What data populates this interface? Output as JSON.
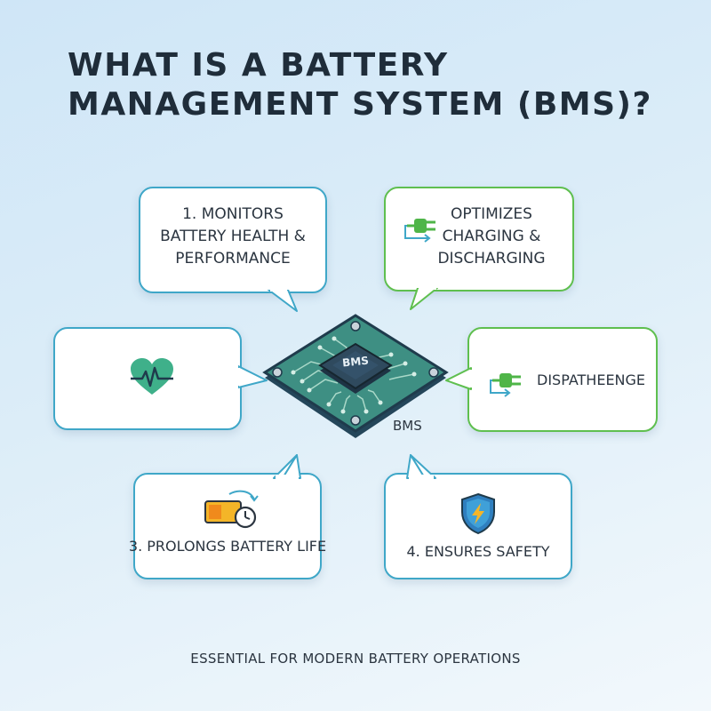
{
  "title": {
    "line1": "WHAT IS A BATTERY",
    "line2": "MANAGEMENT SYSTEM (BMS)?"
  },
  "bubbles": {
    "monitors": {
      "line1": "1. MONITORS",
      "line2": "BATTERY HEALTH &",
      "line3": "PERFORMANCE"
    },
    "optimizes": {
      "line1": "OPTIMIZES",
      "line2": "CHARGING &",
      "line3": "DISCHARGING",
      "icon": "plug-arrow-icon"
    },
    "health": {
      "icon": "heart-pulse-icon"
    },
    "dispatch": {
      "label": "DISPATHEENGE",
      "icon": "plug-arrow-icon"
    },
    "prolongs": {
      "label": "3. PROLONGS BATTERY LIFE",
      "icon": "battery-clock-icon"
    },
    "safety": {
      "label": "4. ENSURES SAFETY",
      "icon": "shield-bolt-icon"
    }
  },
  "chip": {
    "label": "BMS",
    "caption": "BMS"
  },
  "footer": "ESSENTIAL FOR MODERN BATTERY OPERATIONS",
  "colors": {
    "blue_border": "#3fa7c8",
    "green_border": "#5fbf4f",
    "heart": "#3fb08a",
    "chip_board": "#3e8f83",
    "chip_core": "#2a3f50",
    "title": "#1f2d3a"
  }
}
